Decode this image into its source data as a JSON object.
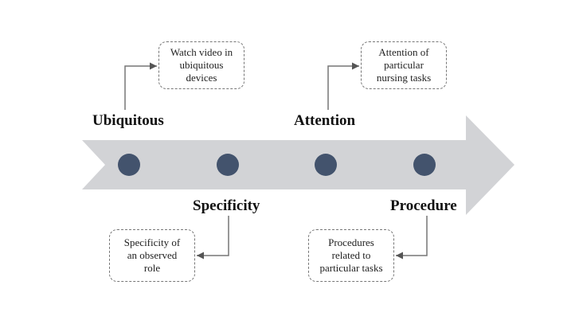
{
  "diagram": {
    "type": "timeline-arrow",
    "colors": {
      "arrow_fill": "#d2d3d6",
      "marker_fill": "#43536d",
      "connector": "#777777",
      "box_border": "#777777"
    },
    "stages": [
      {
        "label": "Ubiquitous",
        "position": "above",
        "description_lines": [
          "Watch video in",
          "ubiquitous",
          "devices"
        ]
      },
      {
        "label": "Specificity",
        "position": "below",
        "description_lines": [
          "Specificity of",
          "an observed",
          "role"
        ]
      },
      {
        "label": "Attention",
        "position": "above",
        "description_lines": [
          "Attention of",
          "particular",
          "nursing tasks"
        ]
      },
      {
        "label": "Procedure",
        "position": "below",
        "description_lines": [
          "Procedures",
          "related to",
          "particular tasks"
        ]
      }
    ]
  }
}
